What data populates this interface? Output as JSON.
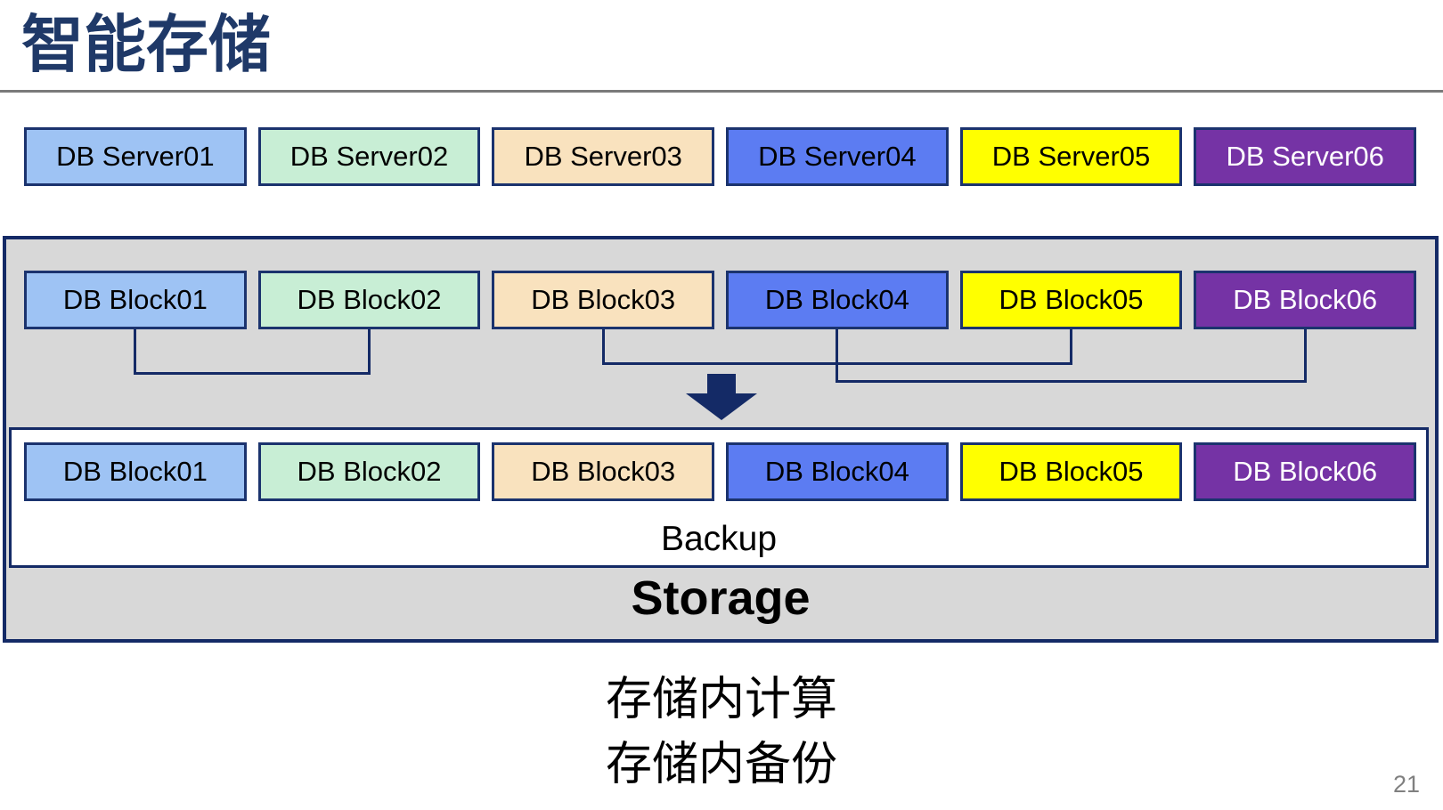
{
  "slide": {
    "title": "智能存储",
    "page_number": "21",
    "caption_line1": "存储内计算",
    "caption_line2": "存储内备份"
  },
  "servers": {
    "items": [
      {
        "label": "DB Server01"
      },
      {
        "label": "DB Server02"
      },
      {
        "label": "DB Server03"
      },
      {
        "label": "DB Server04"
      },
      {
        "label": "DB Server05"
      },
      {
        "label": "DB Server06"
      }
    ]
  },
  "block_row_top": {
    "items": [
      {
        "label": "DB Block01"
      },
      {
        "label": "DB Block02"
      },
      {
        "label": "DB Block03"
      },
      {
        "label": "DB Block04"
      },
      {
        "label": "DB Block05"
      },
      {
        "label": "DB Block06"
      }
    ]
  },
  "block_row_bottom": {
    "items": [
      {
        "label": "DB Block01"
      },
      {
        "label": "DB Block02"
      },
      {
        "label": "DB Block03"
      },
      {
        "label": "DB Block04"
      },
      {
        "label": "DB Block05"
      },
      {
        "label": "DB Block06"
      }
    ]
  },
  "storage": {
    "backup_label": "Backup",
    "storage_label": "Storage"
  },
  "icons": {
    "flow_arrow": "down-arrow"
  },
  "palette": {
    "box_fills": [
      "#9EC3F4",
      "#C8EED5",
      "#F9E2BE",
      "#5C7CF2",
      "#FFFF00",
      "#7533A5"
    ],
    "box_text": [
      "#000000",
      "#000000",
      "#000000",
      "#000000",
      "#000000",
      "#FFFFFF"
    ],
    "navy_dark": "#142A66",
    "navy_box_border": "#1B336E",
    "title_navy": "#1F3968",
    "divider_gray": "#7A7A7A",
    "panel_gray": "#D8D8D8",
    "page_number_gray": "#808080"
  }
}
